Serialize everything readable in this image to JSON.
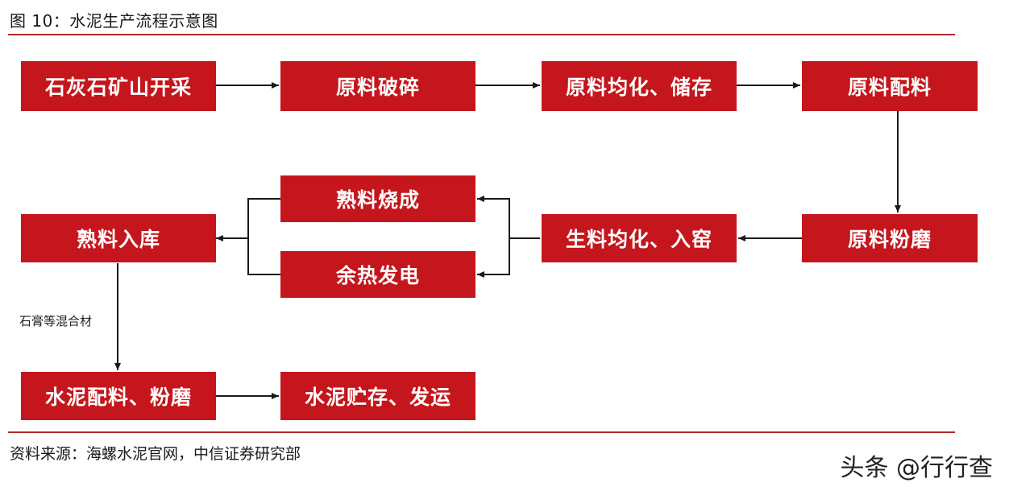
{
  "figure": {
    "title": "图 10：水泥生产流程示意图",
    "source": "资料来源：海螺水泥官网，中信证券研究部",
    "brand": "头条 @行行查"
  },
  "nodes": [
    {
      "id": "mining",
      "label": "石灰石矿山开采"
    },
    {
      "id": "crushing",
      "label": "原料破碎"
    },
    {
      "id": "homogenize_store",
      "label": "原料均化、储存"
    },
    {
      "id": "batching",
      "label": "原料配料"
    },
    {
      "id": "raw_grinding",
      "label": "原料粉磨"
    },
    {
      "id": "raw_meal_homogenize_kiln",
      "label": "生料均化、入窑"
    },
    {
      "id": "clinker_burning",
      "label": "熟料烧成"
    },
    {
      "id": "waste_heat_power",
      "label": "余热发电"
    },
    {
      "id": "clinker_storage",
      "label": "熟料入库"
    },
    {
      "id": "cement_batching_grinding",
      "label": "水泥配料、粉磨"
    },
    {
      "id": "cement_storage_shipping",
      "label": "水泥贮存、发运"
    }
  ],
  "edge_labels": {
    "additives": "石膏等混合材"
  },
  "colors": {
    "box_fill": "#c4161c",
    "box_text": "#ffffff",
    "rule": "#b22a2a",
    "arrow": "#1a1a1a"
  }
}
